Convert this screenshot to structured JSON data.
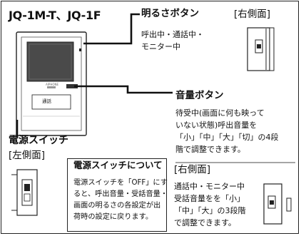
{
  "model": "JQ-1M-T、JQ-1F",
  "brightness_button": {
    "title": "明るさボタン",
    "desc": "呼出中・通話中・\nモニター中"
  },
  "right_side_top": "[右側面]",
  "device": {
    "label": "通話",
    "brand": "AIPHONE"
  },
  "volume_button": {
    "title": "音量ボタン",
    "desc": "待受中(画面に何も映って\nいない状態)呼出音量を\n「小」「中」「大」「切」の4段\n階で調整できます。"
  },
  "right_side_bottom": {
    "title": "[右側面]",
    "desc": "通話中・モニター中\n受話音量をを「小」\n「中」「大」の3段階\nで調整できます。"
  },
  "power_switch": "電源スイッチ",
  "left_side": "[左側面]",
  "note": {
    "title": "電源スイッチについて",
    "body": "電源スイッチを「OFF」にす\nると、呼出音量・受話音量・\n画面の明るさの各設定が出\n荷時の設定に戻ります。"
  }
}
